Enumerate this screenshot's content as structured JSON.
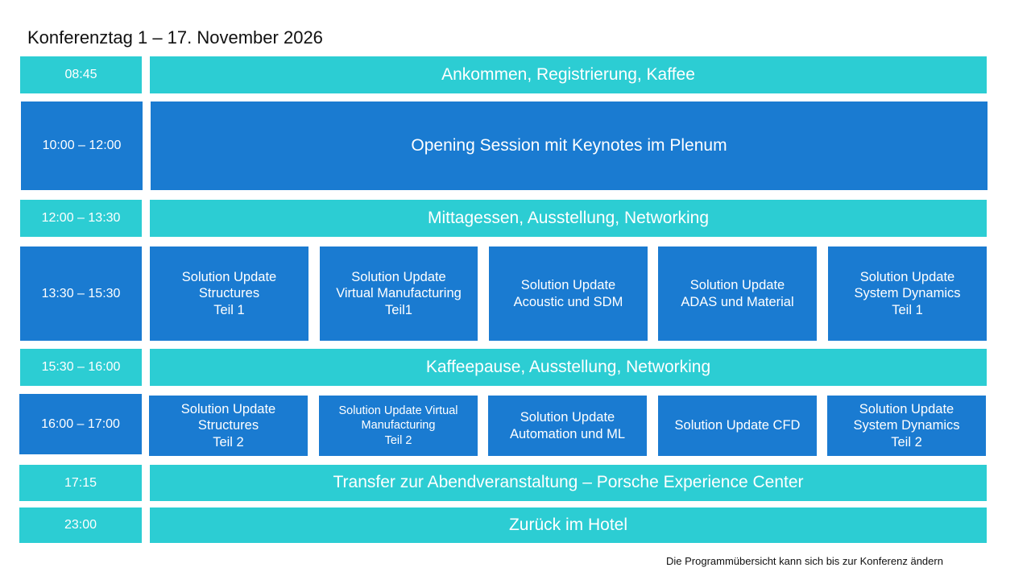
{
  "title": "Konferenztag 1 – 17. November 2026",
  "footer": "Die Programmübersicht kann sich bis zur Konferenz ändern",
  "colors": {
    "plenary_cyan": "#2ccdd3",
    "session_blue": "#1a7bd1"
  },
  "rows": [
    {
      "time": "08:45",
      "label": "Ankommen, Registrierung, Kaffee"
    },
    {
      "time": "10:00 – 12:00",
      "label": "Opening Session mit Keynotes im Plenum"
    },
    {
      "time": "12:00 – 13:30",
      "label": "Mittagessen, Ausstellung, Networking"
    },
    {
      "time": "13:30 – 15:30",
      "sessions": [
        "Solution Update\nStructures\nTeil 1",
        "Solution Update\nVirtual Manufacturing\nTeil1",
        "Solution Update\nAcoustic und SDM",
        "Solution Update\nADAS und Material",
        "Solution Update\nSystem Dynamics\nTeil 1"
      ]
    },
    {
      "time": "15:30 – 16:00",
      "label": "Kaffeepause, Ausstellung, Networking"
    },
    {
      "time": "16:00 – 17:00",
      "sessions": [
        "Solution Update\nStructures\nTeil 2",
        "Solution Update Virtual\nManufacturing\nTeil 2",
        "Solution Update\nAutomation und  ML",
        "Solution Update CFD",
        "Solution Update\nSystem Dynamics\nTeil 2"
      ]
    },
    {
      "time": "17:15",
      "label": "Transfer zur Abendveranstaltung – Porsche Experience Center"
    },
    {
      "time": "23:00",
      "label": "Zurück im Hotel"
    }
  ]
}
